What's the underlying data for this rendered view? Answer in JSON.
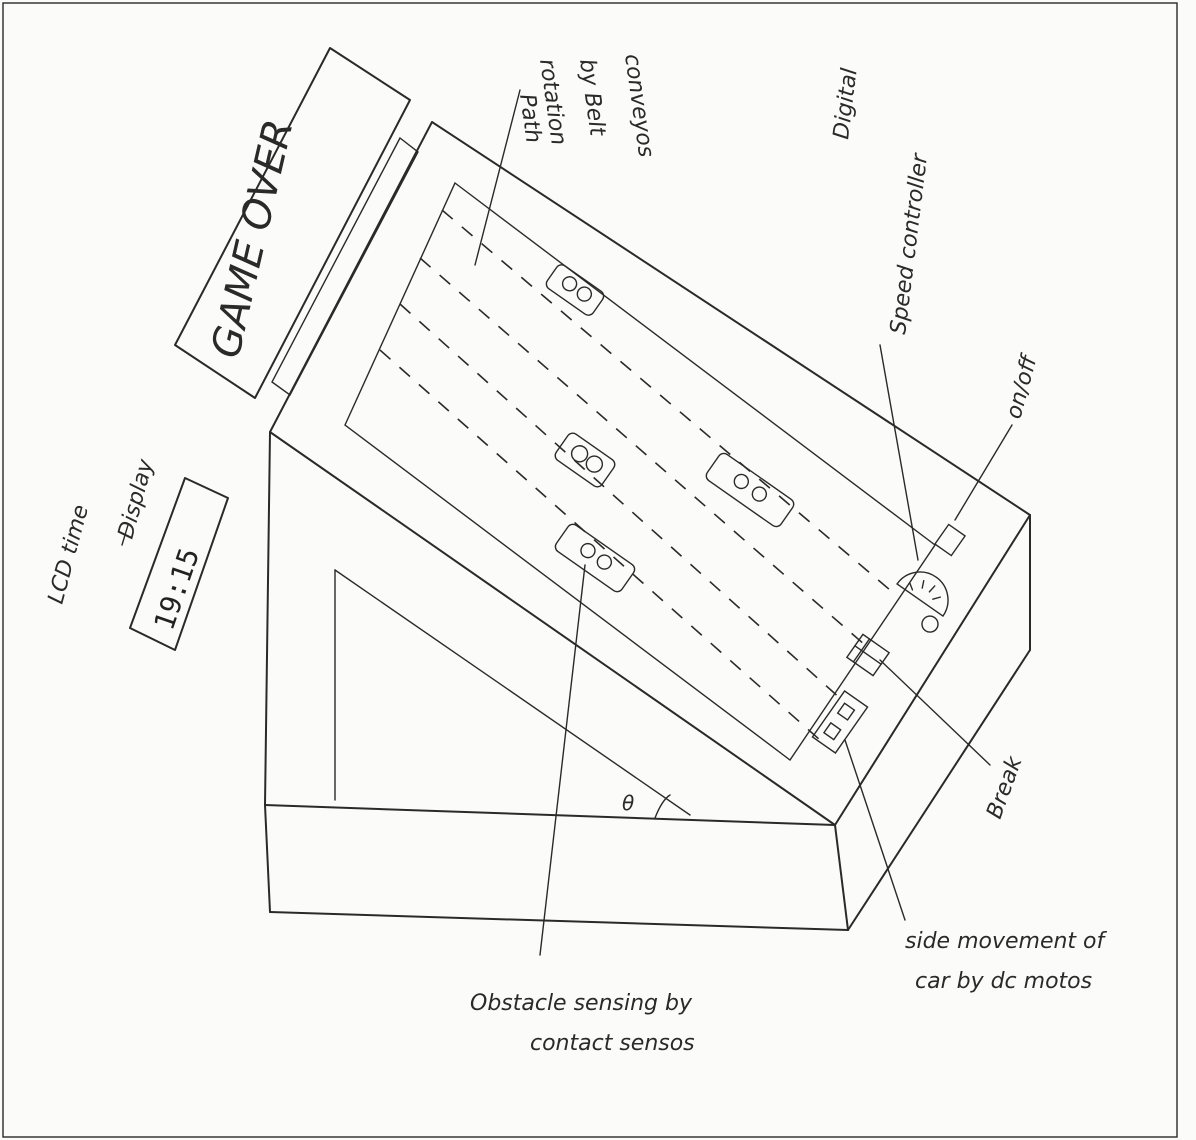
{
  "screen": {
    "message": "GAME OVER"
  },
  "lcd": {
    "time": "19:15",
    "label_line1": "LCD time",
    "label_line2": "Display"
  },
  "labels": {
    "path_line1": "Path",
    "path_line2": "rotation",
    "path_line3": "by Belt",
    "path_line4": "conveyos",
    "speed_line1": "Digital",
    "speed_line2": "Speed controller",
    "onoff": "on/off",
    "brake": "Break",
    "angle": "θ",
    "obstacle_line1": "Obstacle sensing by",
    "obstacle_line2": "contact sensos",
    "side_line1": "side movement of",
    "side_line2": "car by dc motos"
  },
  "colors": {
    "ink": "#2a2a2a",
    "paper": "#fbfbf9"
  }
}
